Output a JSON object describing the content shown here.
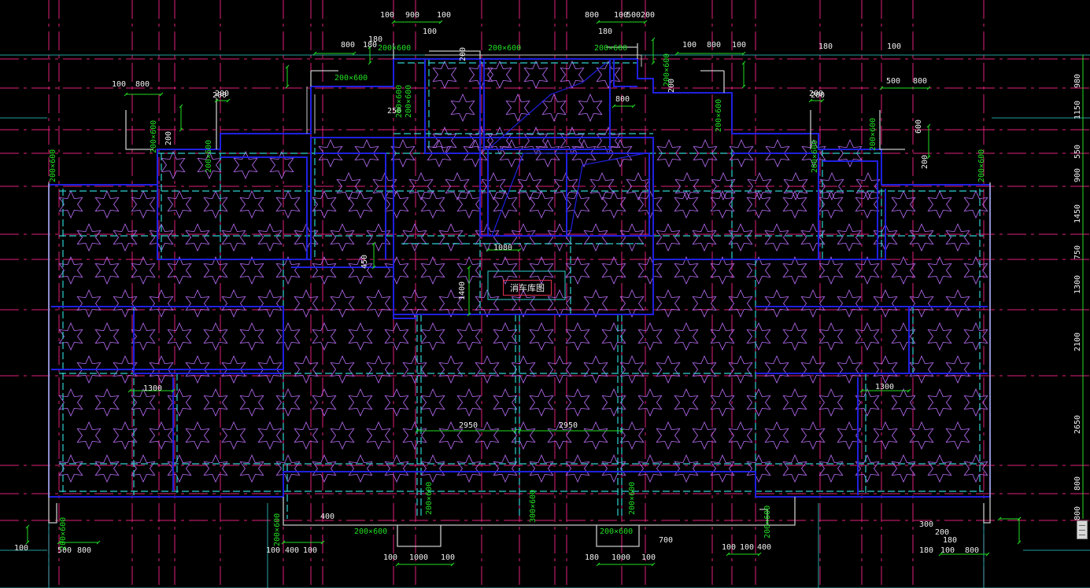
{
  "drawing": {
    "center_label": "消车库图",
    "colors": {
      "background": "#000000",
      "axis": "#e0207a",
      "wall": "#2020e0",
      "dashed": "#30d0d0",
      "star": "#c070ff",
      "beam_text": "#22dd22",
      "dim_line": "#22dd22",
      "text": "#f0f0f0"
    },
    "dims_top": [
      "100",
      "900",
      "100",
      "100",
      "180",
      "800",
      "100",
      "200",
      "180",
      "800",
      "500",
      "180",
      "100",
      "800",
      "100",
      "200",
      "100",
      "800",
      "200",
      "500",
      "180",
      "800",
      "100"
    ],
    "dims_bottom": [
      "100",
      "1000",
      "100",
      "180",
      "1000",
      "100",
      "100",
      "500",
      "800",
      "100",
      "100",
      "400",
      "100",
      "100",
      "400",
      "180",
      "100",
      "800",
      "180",
      "200",
      "300",
      "400",
      "700"
    ],
    "dims_inner": [
      "1300",
      "1300",
      "2950",
      "2950",
      "1080",
      "1400",
      "450",
      "250",
      "800",
      "200",
      "200",
      "200",
      "200",
      "200",
      "200",
      "600"
    ],
    "dims_right": [
      "980",
      "1150",
      "550",
      "900",
      "1450",
      "750",
      "1300",
      "2100",
      "2650",
      "800",
      "800"
    ],
    "beam_labels": [
      "200×600",
      "200×600",
      "200×600",
      "200×600",
      "200×600",
      "200×600",
      "200×600",
      "200×600",
      "200×600",
      "200×600",
      "200×600",
      "200×600",
      "200×600",
      "200×600",
      "200×600",
      "200×600",
      "200×600",
      "200×600",
      "200×600",
      "200×600",
      "300×600",
      "200×600"
    ]
  }
}
